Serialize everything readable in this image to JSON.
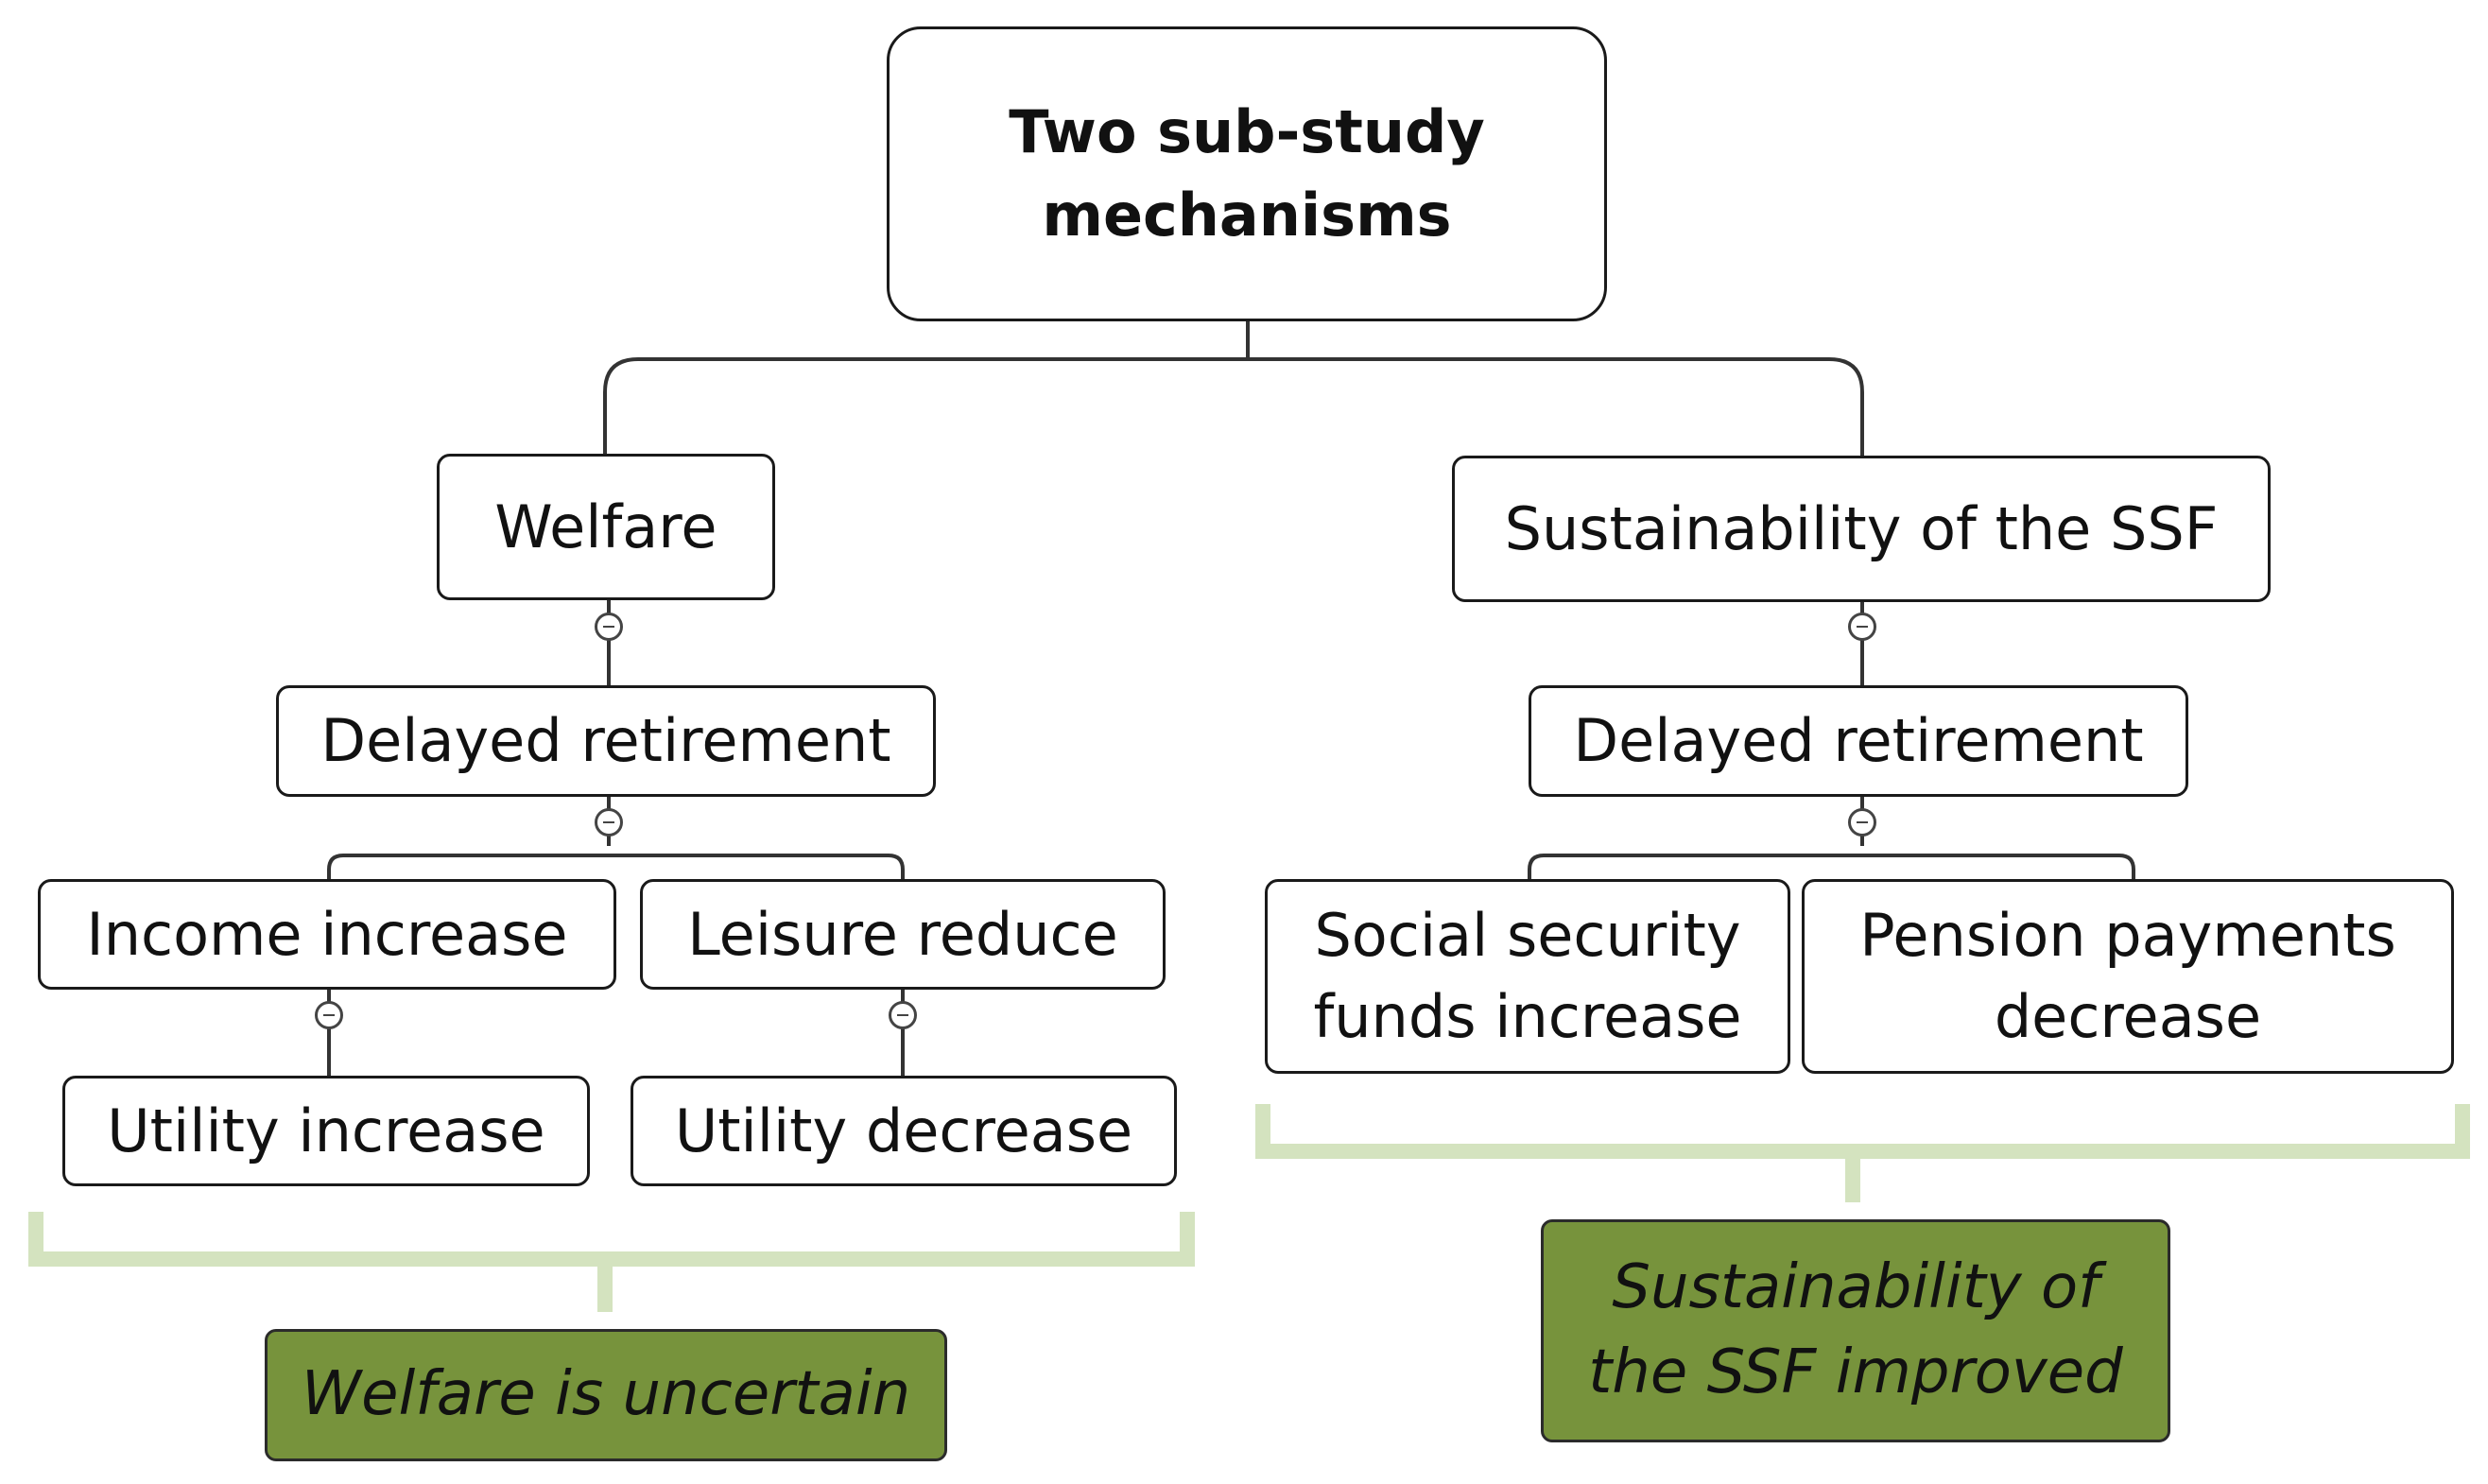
{
  "root": {
    "label": "Two sub-study\nmechanisms"
  },
  "welfare_branch": {
    "title": "Welfare",
    "cause": "Delayed retirement",
    "left_effect": "Income increase",
    "left_outcome": "Utility increase",
    "right_effect": "Leisure reduce",
    "right_outcome": "Utility decrease",
    "conclusion": "Welfare is uncertain"
  },
  "ssf_branch": {
    "title": "Sustainability of the SSF",
    "cause": "Delayed retirement",
    "left_effect": "Social security\nfunds increase",
    "right_effect": "Pension payments\ndecrease",
    "conclusion": "Sustainability of\nthe SSF  improved"
  },
  "colors": {
    "node_border": "#1a1a1a",
    "result_fill": "#77933c",
    "bracket": "#d4e3bf"
  },
  "icons": {
    "collapse_toggle": "minus-circle-icon"
  }
}
